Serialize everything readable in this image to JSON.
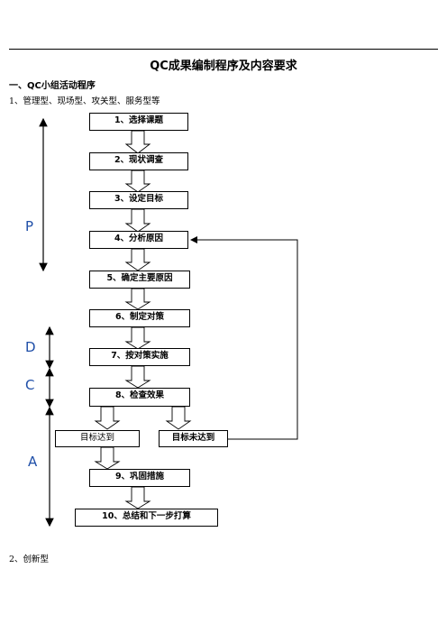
{
  "doc": {
    "title": "QC成果编制程序及内容要求",
    "section_heading": "一、QC小组活动程序",
    "item1": "1、管理型、现场型、攻关型、服务型等",
    "item2": "2、创新型"
  },
  "flow": {
    "steps": [
      "1、选择课题",
      "2、现状调查",
      "3、设定目标",
      "4、分析原因",
      "5、确定主要原因",
      "6、制定对策",
      "7、按对策实施",
      "8、检查效果",
      "9、巩固措施",
      "10、总结和下一步打算"
    ],
    "branch_yes": "目标达到",
    "branch_no": "目标未达到",
    "phases": {
      "p": "P",
      "d": "D",
      "c": "C",
      "a": "A"
    }
  }
}
